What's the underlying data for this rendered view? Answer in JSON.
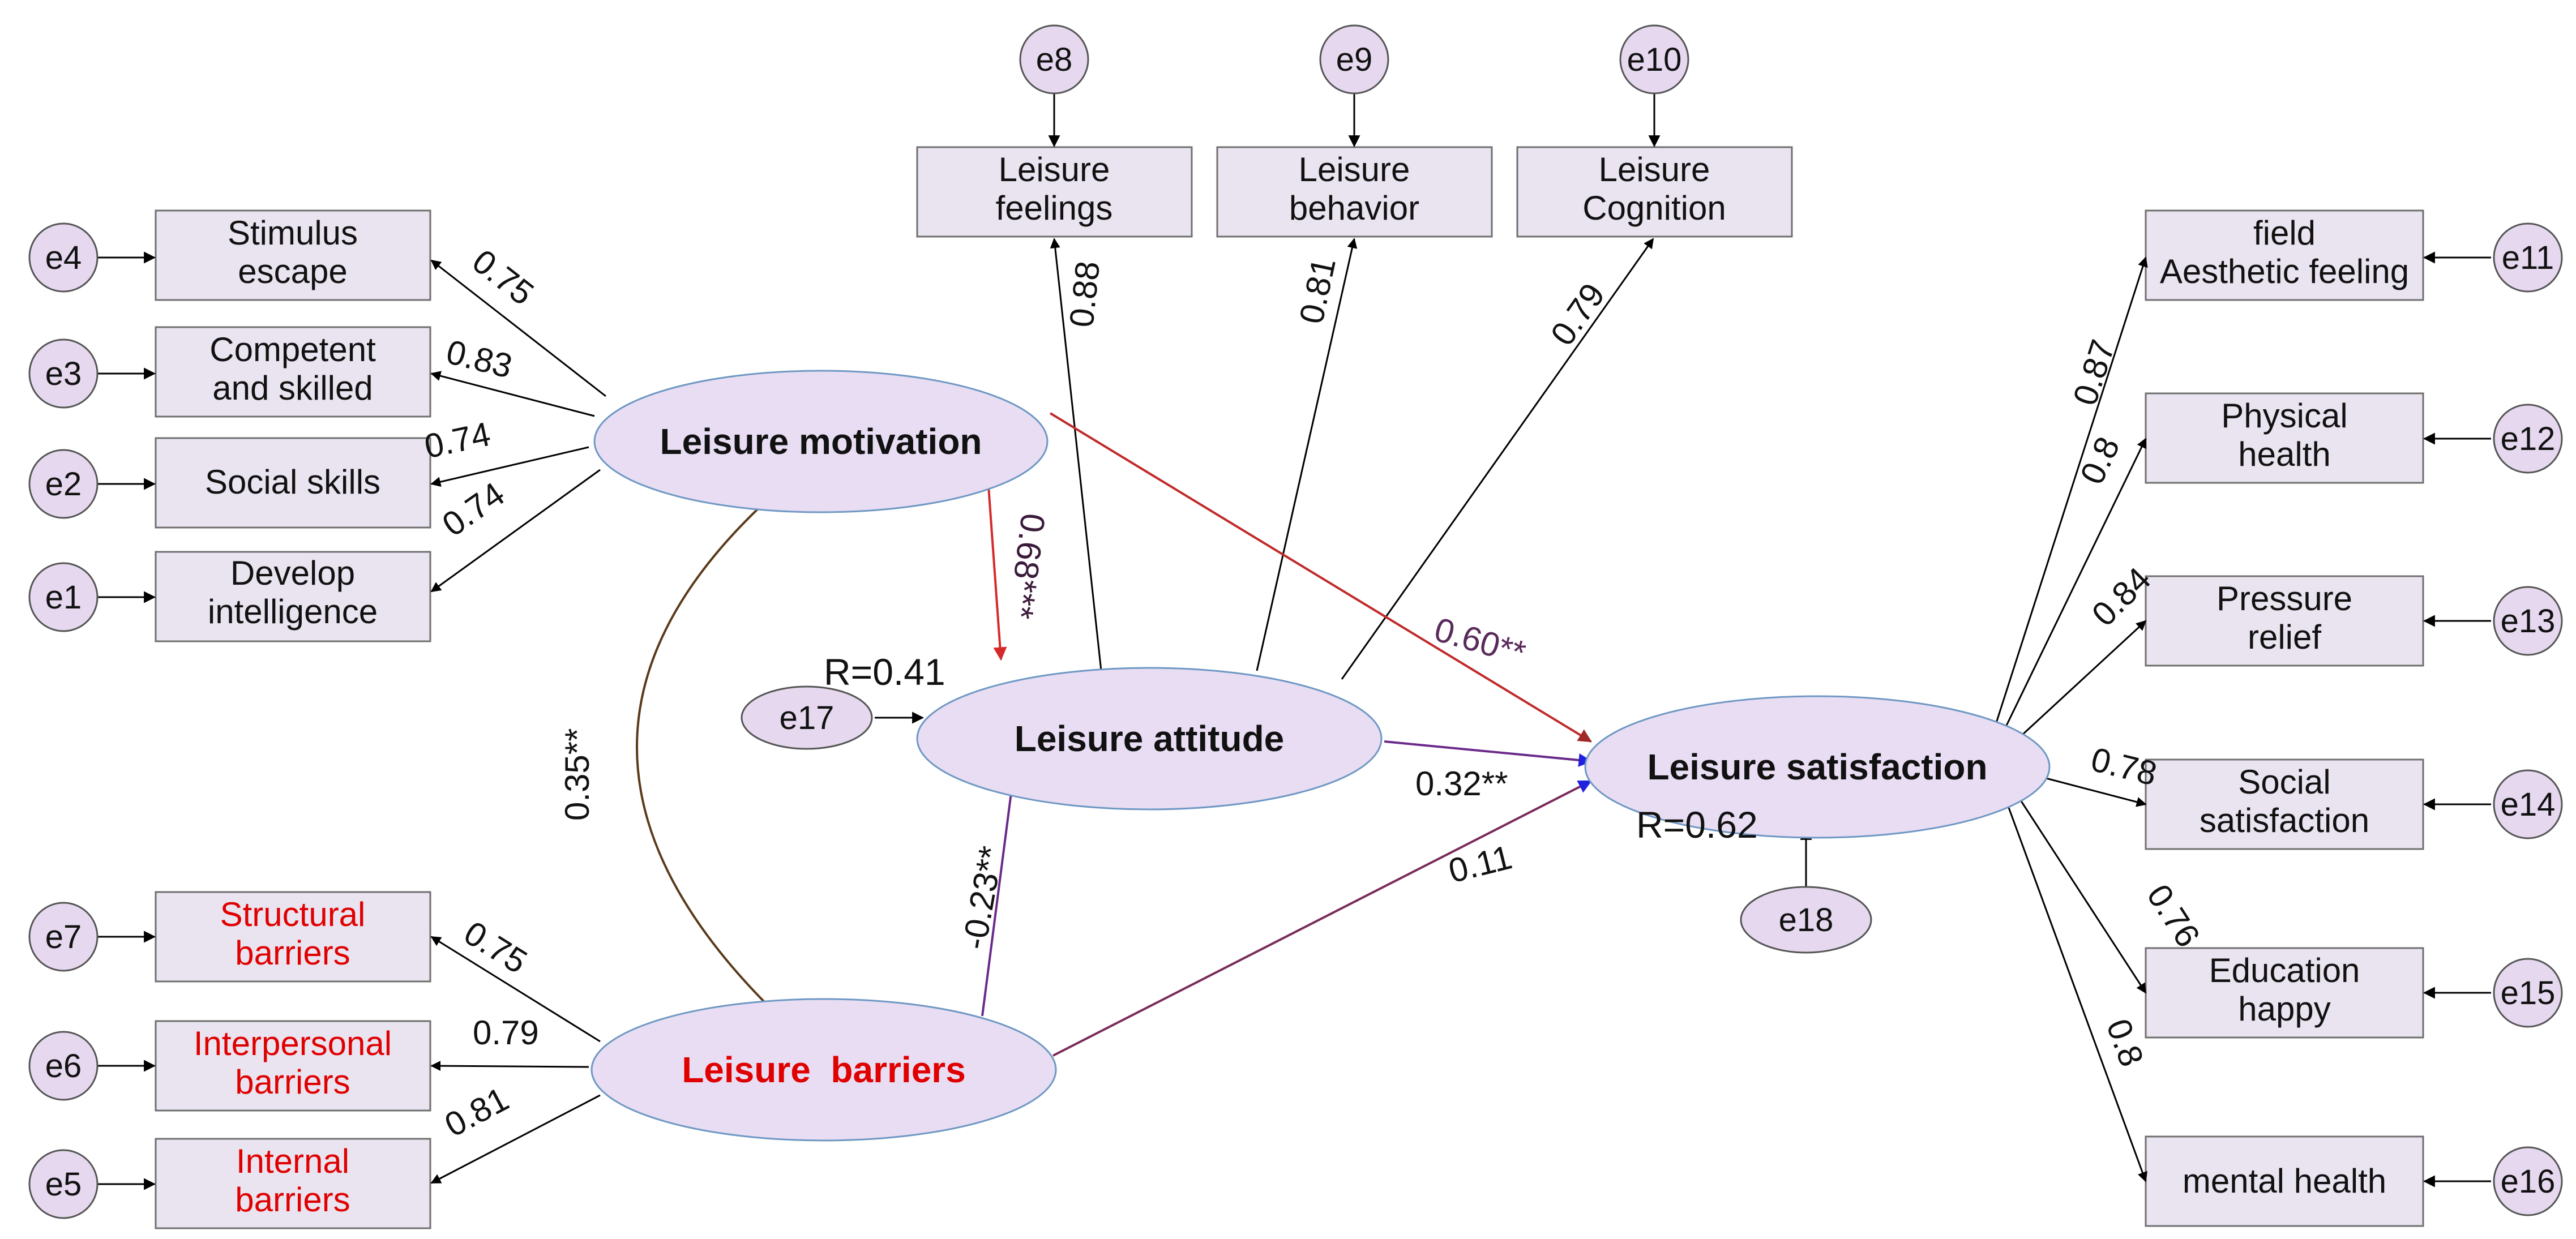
{
  "colors": {
    "barriers_text": "#e00000",
    "path_red": "#d42a2a",
    "path_blue": "#2020e0",
    "path_purple": "#6a2a8a",
    "path_green": "#3a5a1a",
    "coef_purple": "#5a2a5a"
  },
  "latent": {
    "motivation": "Leisure motivation",
    "attitude": "Leisure attitude",
    "satisfaction": "Leisure satisfaction",
    "barriers": "Leisure  barriers"
  },
  "errors": {
    "e1": "e1",
    "e2": "e2",
    "e3": "e3",
    "e4": "e4",
    "e5": "e5",
    "e6": "e6",
    "e7": "e7",
    "e8": "e8",
    "e9": "e9",
    "e10": "e10",
    "e11": "e11",
    "e12": "e12",
    "e13": "e13",
    "e14": "e14",
    "e15": "e15",
    "e16": "e16",
    "e17": "e17",
    "e18": "e18"
  },
  "indicators": {
    "stimulus_escape": [
      "Stimulus",
      "escape"
    ],
    "competent_skilled": [
      "Competent",
      "and skilled"
    ],
    "social_skills": [
      "Social skills"
    ],
    "develop_intelligence": [
      "Develop",
      "intelligence"
    ],
    "structural_barriers": [
      "Structural",
      "barriers"
    ],
    "interpersonal_barriers": [
      "Interpersonal",
      "barriers"
    ],
    "internal_barriers": [
      "Internal",
      "barriers"
    ],
    "leisure_feelings": [
      "Leisure",
      "feelings"
    ],
    "leisure_behavior": [
      "Leisure",
      "behavior"
    ],
    "leisure_cognition": [
      "Leisure",
      "Cognition"
    ],
    "aesthetic_feeling": [
      "field",
      "Aesthetic feeling"
    ],
    "physical_health": [
      "Physical",
      "health"
    ],
    "pressure_relief": [
      "Pressure",
      "relief"
    ],
    "social_satisfaction": [
      "Social",
      "satisfaction"
    ],
    "education_happy": [
      "Education",
      "happy"
    ],
    "mental_health": [
      "mental health"
    ]
  },
  "loadings": {
    "stimulus_escape": "0.75",
    "competent_skilled": "0.83",
    "social_skills": "0.74",
    "develop_intelligence": "0.74",
    "structural_barriers": "0.75",
    "interpersonal_barriers": "0.79",
    "internal_barriers": "0.81",
    "leisure_feelings": "0.88",
    "leisure_behavior": "0.81",
    "leisure_cognition": "0.79",
    "aesthetic_feeling": "0.87",
    "physical_health": "0.8",
    "pressure_relief": "0.84",
    "social_satisfaction": "0.78",
    "education_happy": "0.76",
    "mental_health": "0.8"
  },
  "paths": {
    "motivation_attitude": "0.68***",
    "motivation_satisfaction": "0.60**",
    "attitude_satisfaction": "0.32**",
    "barriers_attitude": "-0.23**",
    "barriers_satisfaction": "0.11",
    "motivation_barriers": "0.35**"
  },
  "r_squared": {
    "attitude": "R=0.41",
    "satisfaction": "R=0.62"
  }
}
